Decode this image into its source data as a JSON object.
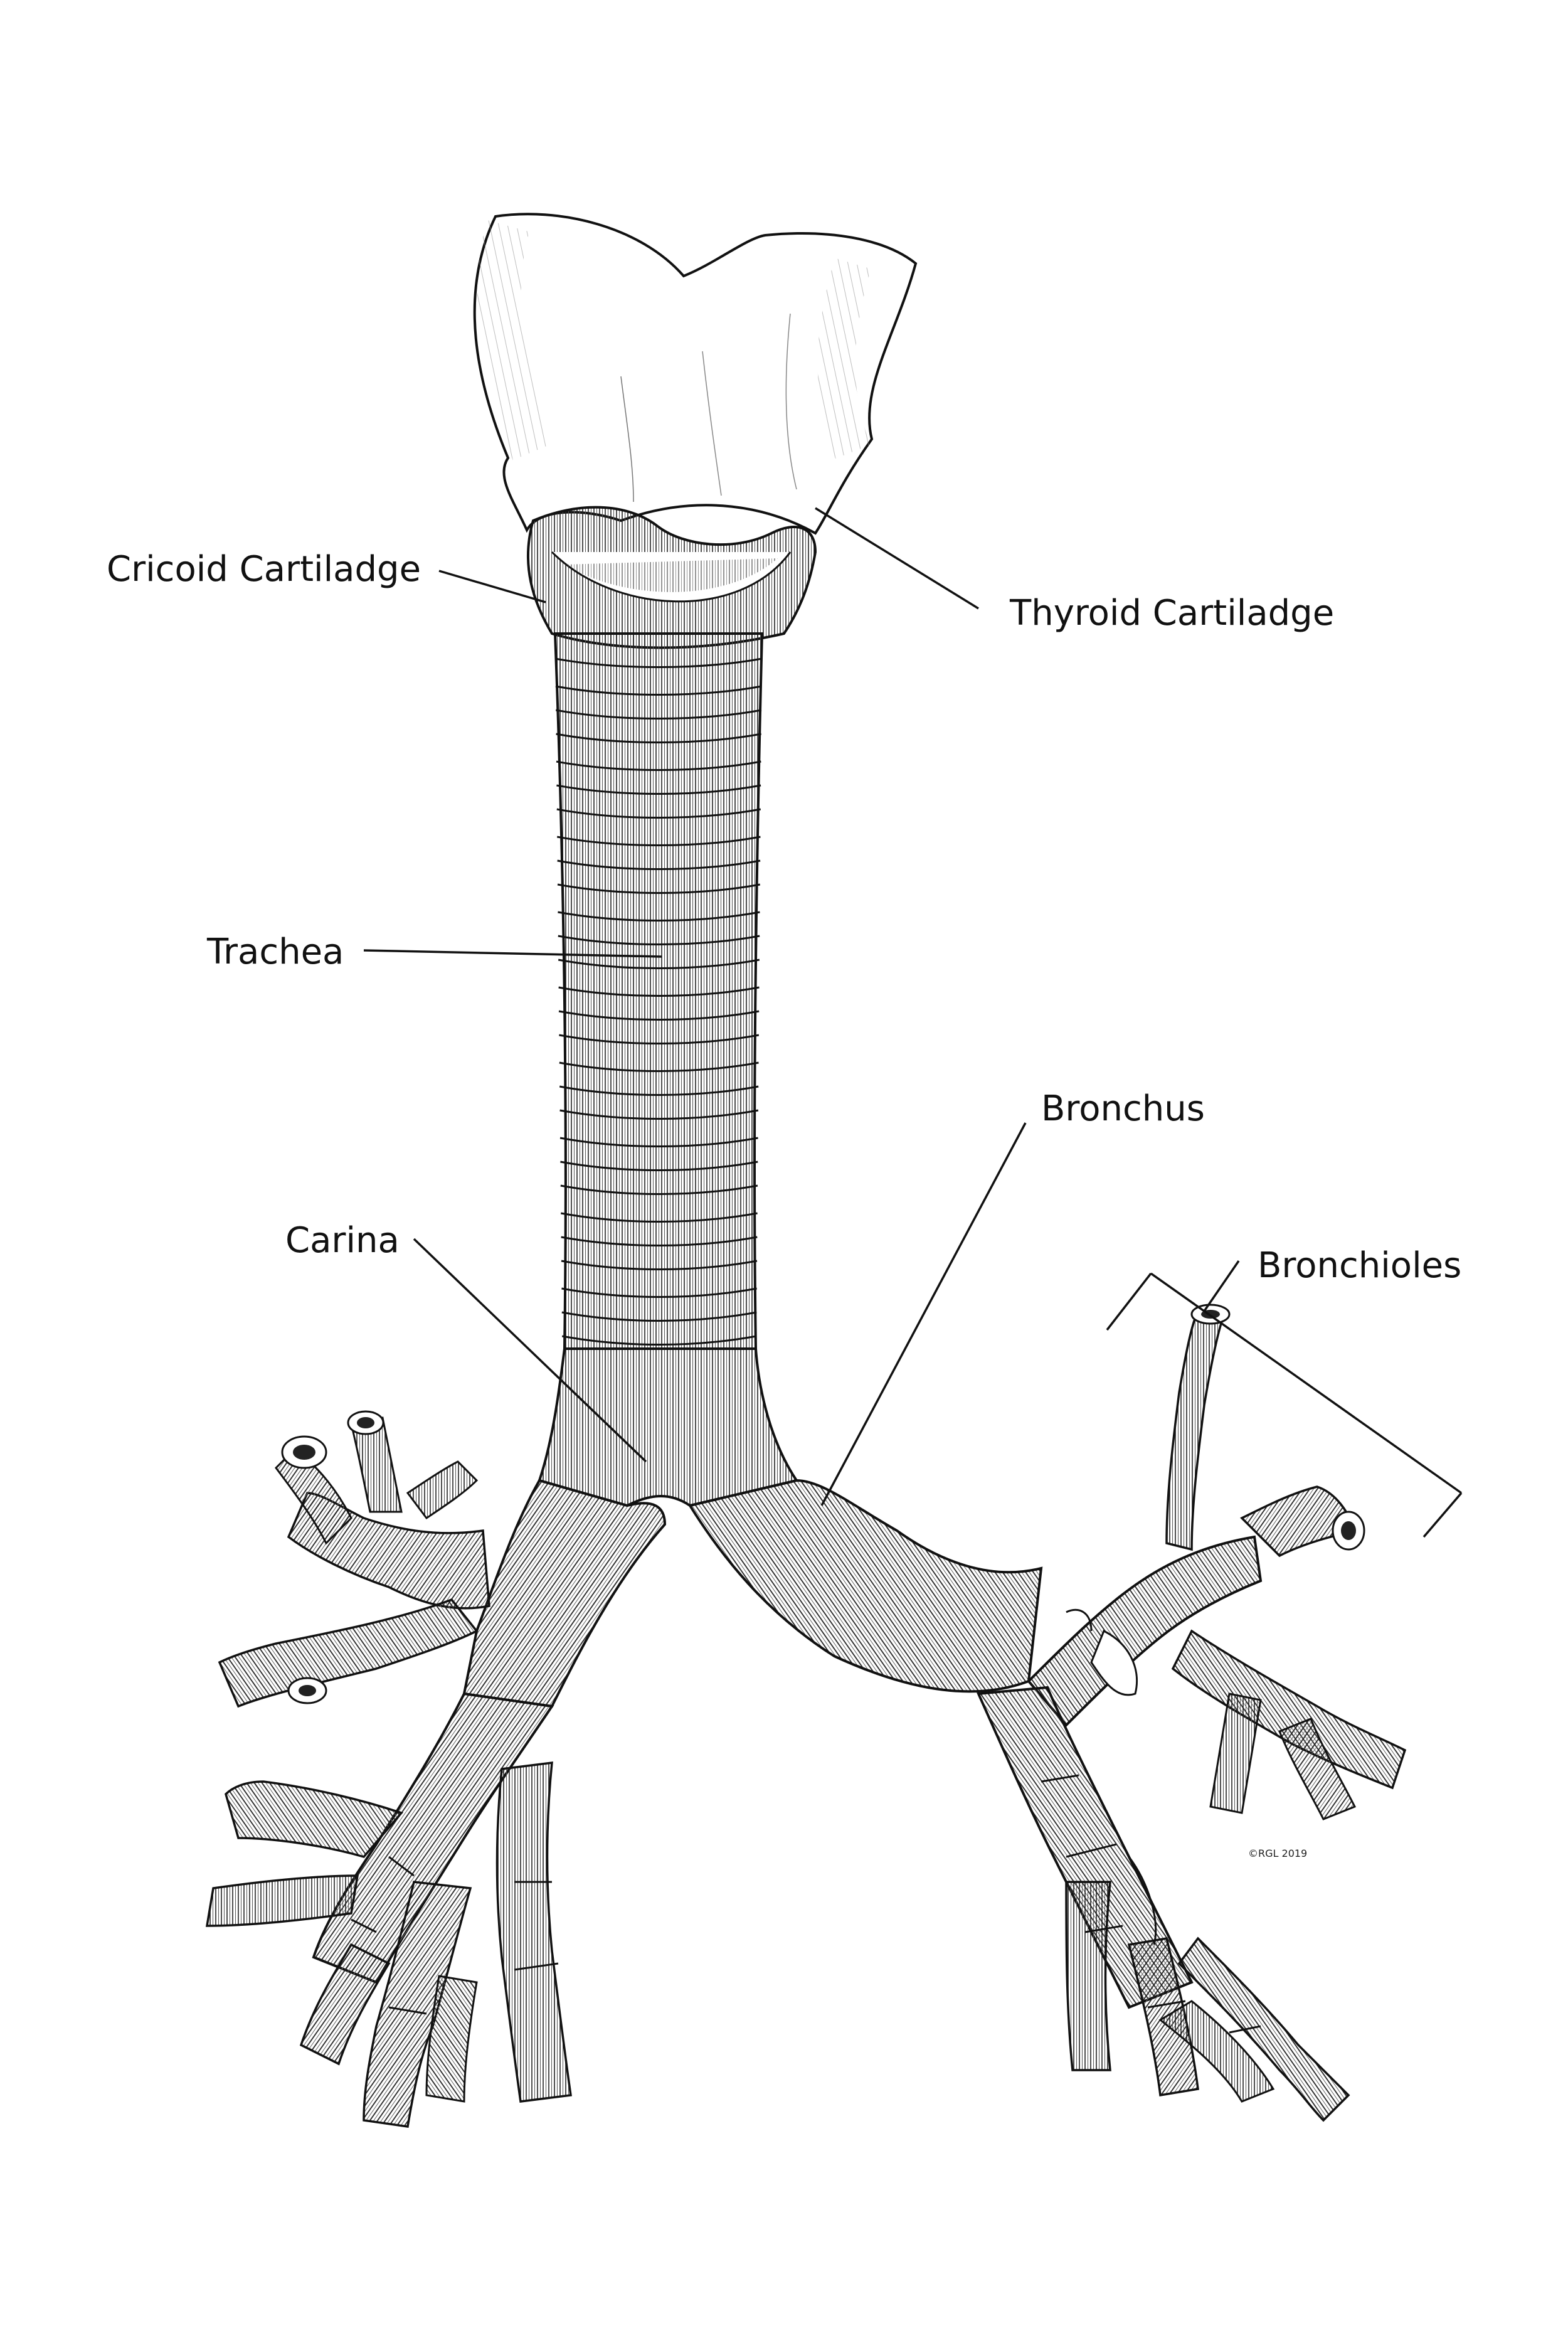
{
  "labels": {
    "cricoid": "Cricoid Cartiladge",
    "thyroid": "Thyroid Cartiladge",
    "trachea": "Trachea",
    "bronchus": "Bronchus",
    "carina": "Carina",
    "bronchioles": "Bronchioles"
  },
  "signature": "©RGL 2019",
  "colors": {
    "ink": "#111111",
    "paper": "#ffffff",
    "shade": "#9a9a9a"
  }
}
